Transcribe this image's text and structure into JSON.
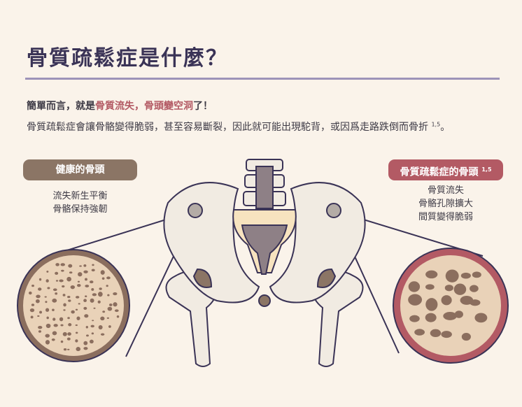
{
  "title": "骨質疏鬆症是什麼？",
  "intro": {
    "prefix": "簡單而言，就是",
    "highlight": "骨質流失，骨頭變空洞",
    "suffix": "了！"
  },
  "body": {
    "text": "骨質疏鬆症會讓骨骼變得脆弱，甚至容易斷裂，因此就可能出現駝背，或因爲走路跌倒而骨折",
    "ref": "1,5",
    "end": "。"
  },
  "healthy": {
    "label": "健康的骨頭",
    "lines": [
      "流失新生平衡",
      "骨骼保持強韌"
    ]
  },
  "osteoporosis": {
    "label": "骨質疏鬆症的骨頭",
    "ref": "1,5",
    "lines": [
      "骨質流失",
      "骨骼孔隙擴大",
      "間質變得脆弱"
    ]
  },
  "colors": {
    "title": "#3a3356",
    "accent": "#b35a64",
    "healthy": "#8b7565",
    "background": "#faf3ea"
  }
}
